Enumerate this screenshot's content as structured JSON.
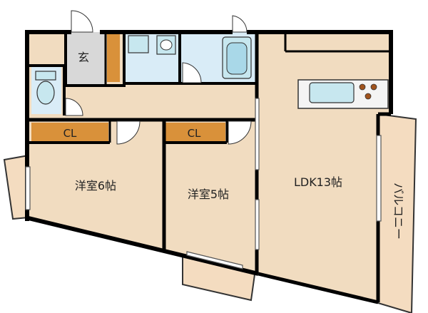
{
  "labels": {
    "entrance": "玄",
    "closet": "CL",
    "western_room_6": "洋室6帖",
    "western_room_5": "洋室5帖",
    "ldk": "LDK13帖",
    "balcony": "バルコニー"
  },
  "colors": {
    "floor": "#f1dcc0",
    "closet": "#d9913a",
    "wet_area": "#d9ecf7",
    "entrance": "#d8d8d8",
    "balcony": "#f4dcc0",
    "wall": "#000000",
    "counter": "#c7e7ef"
  },
  "icons": [
    "toilet-icon",
    "bathtub-icon",
    "washbasin-icon",
    "kitchen-sink-icon",
    "stove-icon",
    "door-swing-icon",
    "washing-machine-pan-icon"
  ]
}
